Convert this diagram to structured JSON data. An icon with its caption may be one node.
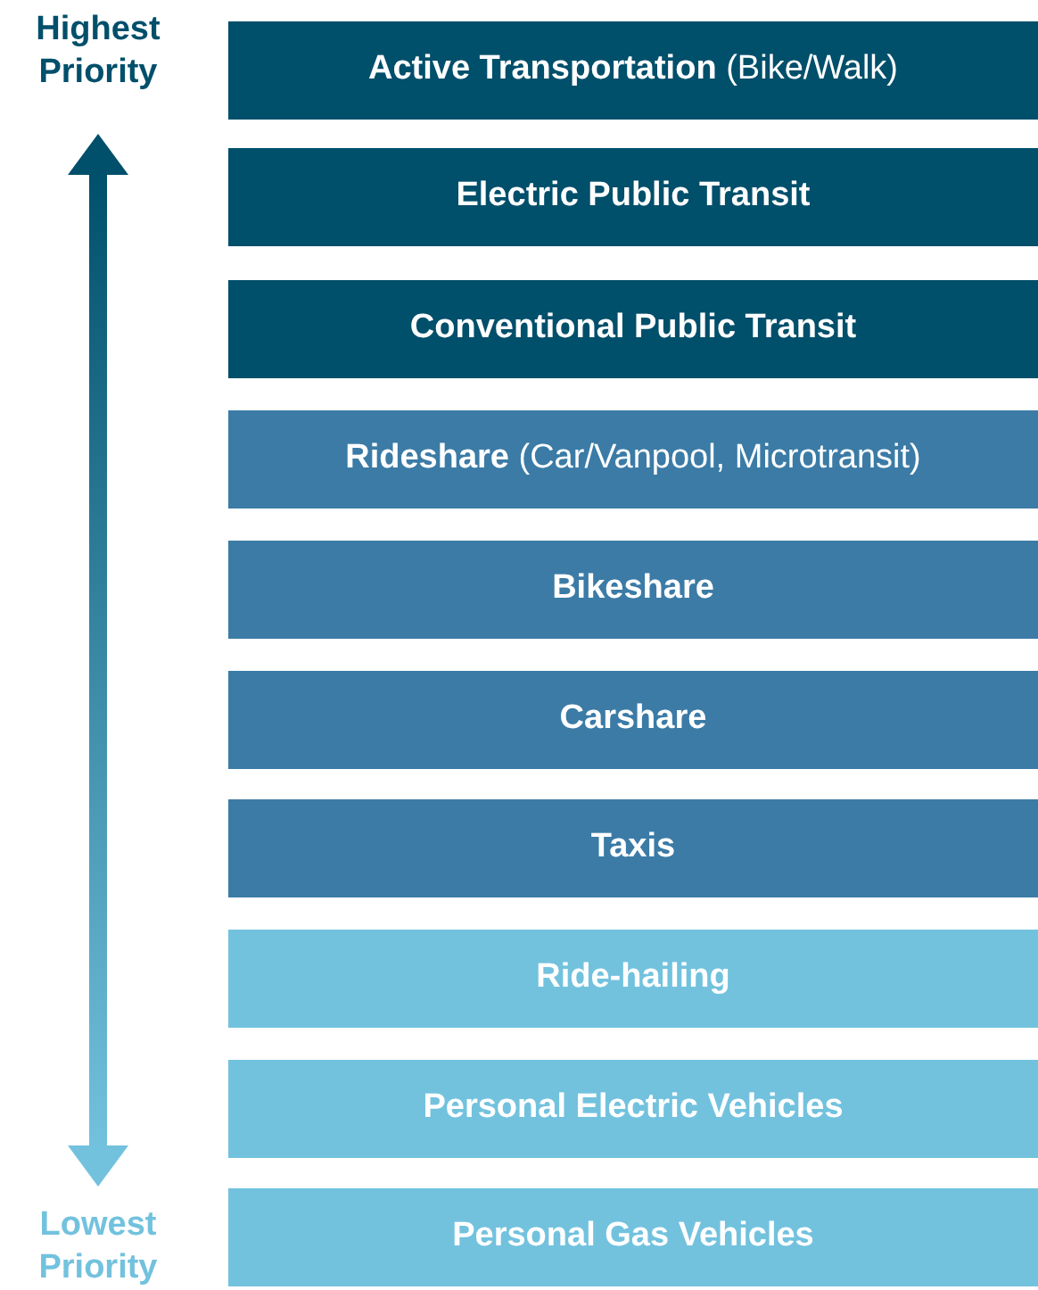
{
  "diagram": {
    "nodes": [
      {
        "text": [
          "**Active Transportation** (Bike/Walk)"
        ]
      },
      {
        "text": [
          "**Electric Public Transit**"
        ]
      },
      {
        "text": [
          "**Conventional Public Transit**"
        ]
      },
      {
        "text": [
          "**Rideshare** (Car/Vanpool, Microtransit)"
        ]
      },
      {
        "text": [
          "**Bikeshare**"
        ]
      },
      {
        "text": [
          "**Carshare**"
        ]
      },
      {
        "text": [
          "**Taxis**"
        ]
      },
      {
        "text": [
          "**Ride-hailing**"
        ]
      },
      {
        "text": [
          "**Personal Electric Vehicles**"
        ]
      },
      {
        "text": [
          "**Personal Gas Vehicles**"
        ]
      }
    ],
    "labels": [
      "Highest Priority",
      "Lowest Priority"
    ]
  }
}
